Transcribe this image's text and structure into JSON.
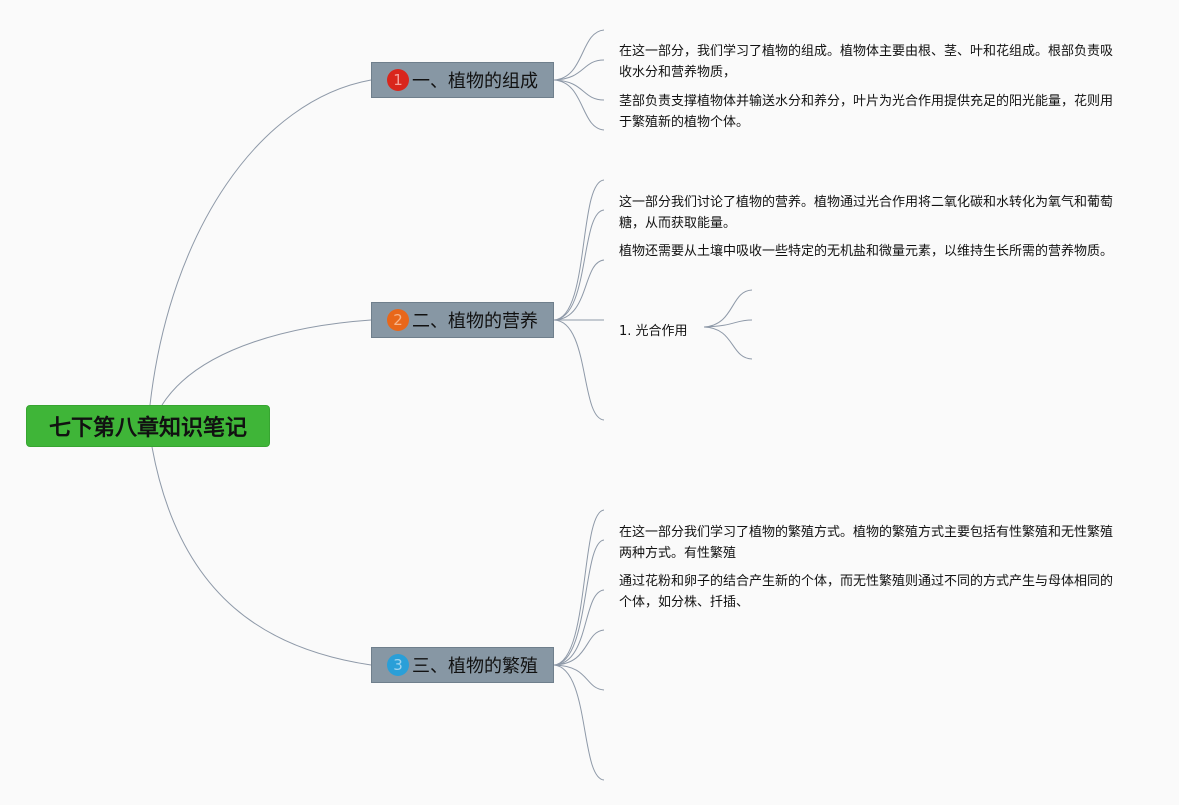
{
  "root": {
    "title": "七下第八章知识笔记"
  },
  "colors": {
    "root_fill": "#3fb538",
    "branch_fill": "#8797a4",
    "line": "#8e99a8"
  },
  "branches": [
    {
      "badge": "1",
      "badge_color": "#d9261c",
      "badge_text_color": "#f4a19b",
      "label": "一、植物的组成",
      "notes": [
        "在这一部分，我们学习了植物的组成。植物体主要由根、茎、叶和花组成。根部负责吸收水分和营养物质，",
        "茎部负责支撑植物体并输送水分和养分，叶片为光合作用提供充足的阳光能量，花则用于繁殖新的植物个体。"
      ]
    },
    {
      "badge": "2",
      "badge_color": "#e8671a",
      "badge_text_color": "#f6b48a",
      "label": "二、植物的营养",
      "notes": [
        "这一部分我们讨论了植物的营养。植物通过光合作用将二氧化碳和水转化为氧气和葡萄糖，从而获取能量。",
        "植物还需要从土壤中吸收一些特定的无机盐和微量元素，以维持生长所需的营养物质。"
      ],
      "sub_topic": "1. 光合作用"
    },
    {
      "badge": "3",
      "badge_color": "#2a9fd8",
      "badge_text_color": "#9dd3ef",
      "label": "三、植物的繁殖",
      "notes": [
        "在这一部分我们学习了植物的繁殖方式。植物的繁殖方式主要包括有性繁殖和无性繁殖两种方式。有性繁殖",
        "通过花粉和卵子的结合产生新的个体，而无性繁殖则通过不同的方式产生与母体相同的个体，如分株、扦插、"
      ]
    }
  ]
}
